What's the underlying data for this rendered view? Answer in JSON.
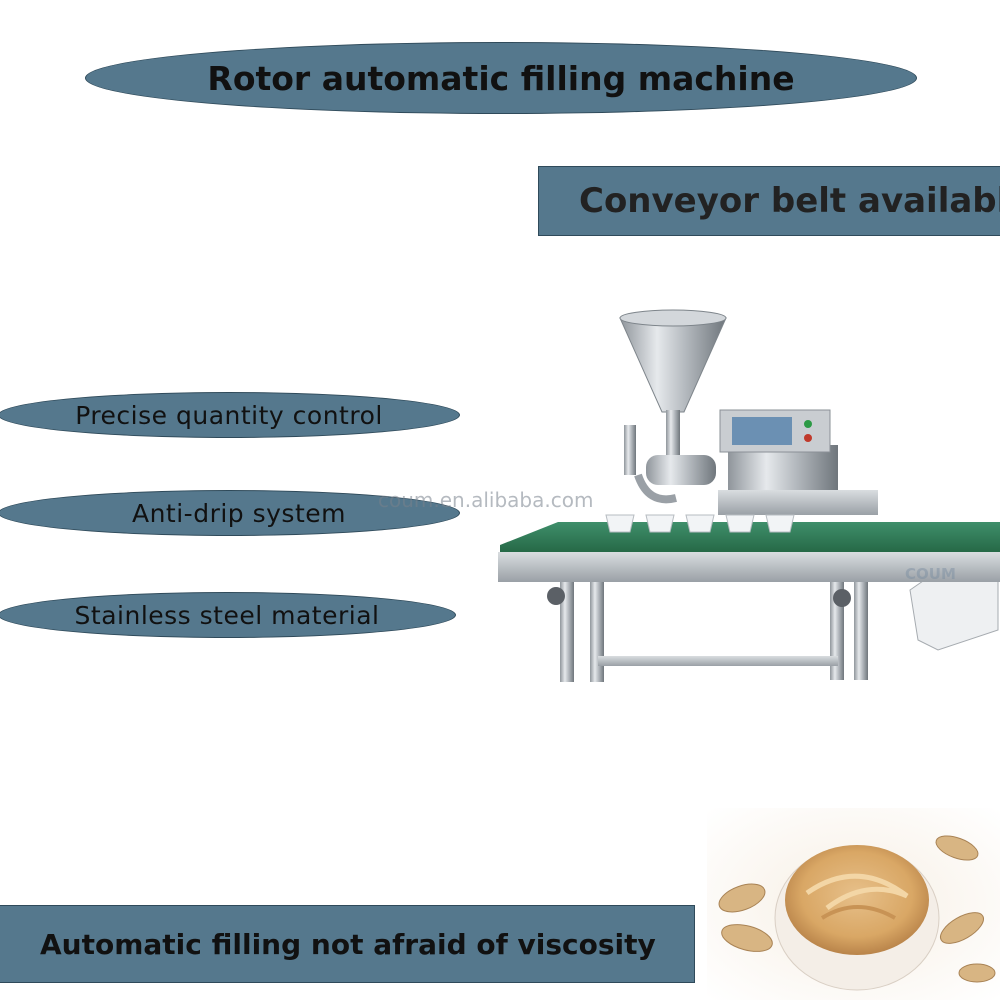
{
  "title": "Rotor automatic filling machine",
  "conveyor_label": "Conveyor belt available",
  "features": [
    "Precise quantity control",
    "Anti-drip system",
    "Stainless steel material"
  ],
  "watermark": "coum.en.alibaba.com",
  "machine_watermark": "COUM",
  "bottom_tagline": "Automatic filling not afraid of viscosity",
  "colors": {
    "banner": "#55788d",
    "background": "#ffffff",
    "belt": "#2e7a5a"
  },
  "images": {
    "machine": "filling-machine-photo",
    "product": "peanut-butter-photo"
  }
}
